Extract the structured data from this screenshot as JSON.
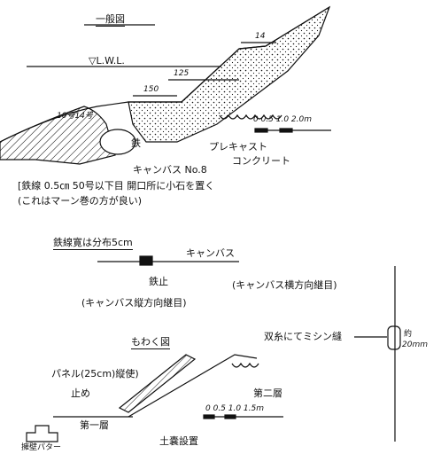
{
  "top": {
    "title": "一般図",
    "lwl": "▽L.W.L.",
    "dim_14": "14",
    "dim_125": "125",
    "dim_150": "150",
    "dim_left": "10号14号",
    "scale": "0 0.5 1.0 2.0m",
    "precast": "プレキャスト",
    "concrete": "コンクリート",
    "canvas_bag": "キャンバス No.8",
    "anchor": "鉄",
    "note_line1": "[鉄線 0.5㎝ 50号以下目 開口所に小石を置く",
    "note_line2": "(これはマーン巻の方が良い)"
  },
  "middle": {
    "title": "鉄線寛は分布5cm",
    "canvas": "キャンバス",
    "joint": "鉄止",
    "caption_left": "(キャンバス縦方向継目)",
    "caption_right": "(キャンバス横方向継目)",
    "sewing": "双糸にてミシン縫",
    "size_1": "約",
    "size_2": "20mm"
  },
  "bottom": {
    "title": "もわく図",
    "note": "パネル(25cm)縦使)",
    "left_item": "止め",
    "layer_1": "第一層",
    "layer_2": "第二層",
    "scale": "0 0.5 1.0 1.5m",
    "caption": "土嚢設置",
    "small_label": "擁壁パター"
  }
}
